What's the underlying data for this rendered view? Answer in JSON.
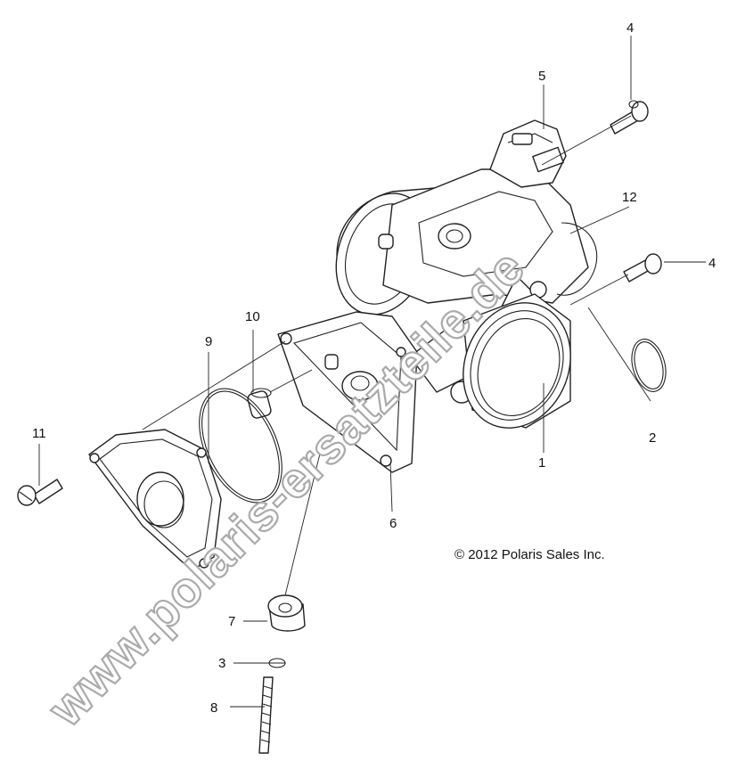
{
  "callouts": [
    {
      "id": "1",
      "label": "1"
    },
    {
      "id": "2",
      "label": "2"
    },
    {
      "id": "3",
      "label": "3"
    },
    {
      "id": "4a",
      "label": "4"
    },
    {
      "id": "4b",
      "label": "4"
    },
    {
      "id": "5",
      "label": "5"
    },
    {
      "id": "6",
      "label": "6"
    },
    {
      "id": "7",
      "label": "7"
    },
    {
      "id": "8",
      "label": "8"
    },
    {
      "id": "9",
      "label": "9"
    },
    {
      "id": "10",
      "label": "10"
    },
    {
      "id": "11",
      "label": "11"
    },
    {
      "id": "12",
      "label": "12"
    }
  ],
  "copyright": "© 2012 Polaris Sales Inc.",
  "watermark": "www.polaris-ersatzteile.de"
}
